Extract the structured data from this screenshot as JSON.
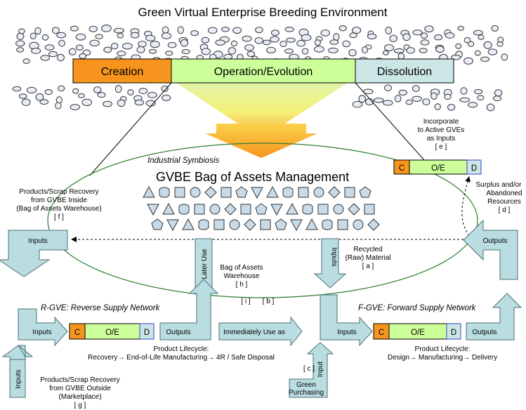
{
  "title": "Green Virtual Enterprise Breeding Environment",
  "lifecycle_bar": {
    "creation": "Creation",
    "operation": "Operation/Evolution",
    "dissolution": "Dissolution",
    "colors": {
      "creation": "#f7941d",
      "operation": "#ccff99",
      "dissolution": "#cce6e6"
    }
  },
  "boa": {
    "industrial_symbiosis": "Industrial Symbiosis",
    "title": "GVBE Bag of Assets Management"
  },
  "mini_lifecycle": {
    "c": "C",
    "oe": "O/E",
    "d": "D"
  },
  "labels": {
    "incorporate": [
      "Incorporate",
      "to Active GVEs",
      "as Inputs",
      "[ e ]"
    ],
    "surplus": [
      "Surplus and/or",
      "Abandoned",
      "Resources",
      "[ d ]"
    ],
    "scrap_inside": [
      "Products/Scrap Recovery",
      "from GVBE Inside",
      "(Bag of Assets Warehouse)",
      "[ f ]"
    ],
    "recycled": [
      "Recycled",
      "(Raw) Material",
      "[ a ]"
    ],
    "bag_warehouse": [
      "Bag of Assets",
      "Warehouse",
      "[ h ]"
    ],
    "i_b": [
      "[ i ]",
      "[ b ]"
    ],
    "c_tag": "[ c ]",
    "scrap_outside": [
      "Products/Scrap Recovery",
      "from GVBE Outside",
      "(Marketplace)",
      "[ g ]"
    ],
    "r_lifecycle": [
      "Product Lifecycle:",
      "Recovery→ End-of-Life Manufacturing→ 4R / Safe Disposal"
    ],
    "f_lifecycle": [
      "Product Lifecycle:",
      "Design→ Manufacturing→ Delivery"
    ]
  },
  "arrows": {
    "inputs": "Inputs",
    "outputs": "Outputs",
    "later_use": "Later Use",
    "immediately": "Immediately Use as",
    "input": "Input",
    "green_purchasing": [
      "Green",
      "Purchasing"
    ]
  },
  "networks": {
    "r_gve": "R-GVE: Reverse Supply Network",
    "f_gve": "F-GVE: Forward Supply Network"
  }
}
